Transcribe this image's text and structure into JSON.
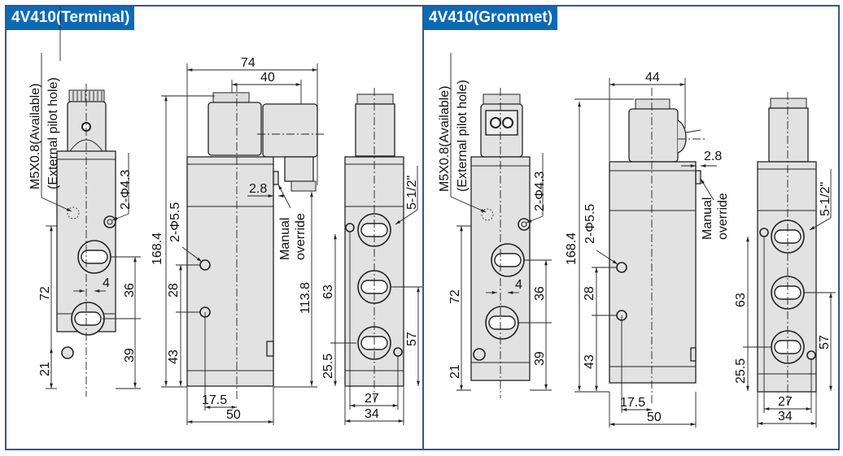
{
  "panels": [
    {
      "title": "4V410(Terminal)",
      "labels": {
        "pilot_line1": "M5X0.8(Available)",
        "pilot_line2": "(External pilot hole)",
        "hole_small": "2-Φ4.3",
        "hole_large": "2-Φ5.5",
        "thread": "5-1/2\"",
        "manual1": "Manual",
        "manual2": "override"
      },
      "dimensions": {
        "overall_width": "74",
        "coil_offset": "40",
        "height": "168.4",
        "override_offset": "2.8",
        "body_height": "113.8",
        "port_pitch_28": "28",
        "mount_43": "43",
        "mount_17_5": "17.5",
        "base_width": "50",
        "front_72": "72",
        "front_36": "36",
        "front_39": "39",
        "front_21": "21",
        "front_4": "4",
        "side_63": "63",
        "side_25_5": "25.5",
        "side_57": "57",
        "side_27": "27",
        "side_34": "34"
      }
    },
    {
      "title": "4V410(Grommet)",
      "labels": {
        "pilot_line1": "M5X0.8(Available)",
        "pilot_line2": "(External pilot hole)",
        "hole_small": "2-Φ4.3",
        "hole_large": "2-Φ5.5",
        "thread": "5-1/2\"",
        "manual1": "Manual",
        "manual2": "override"
      },
      "dimensions": {
        "overall_width": "44",
        "height": "168.4",
        "override_offset": "2.8",
        "port_pitch_28": "28",
        "mount_43": "43",
        "mount_17_5": "17.5",
        "base_width": "50",
        "front_72": "72",
        "front_36": "36",
        "front_39": "39",
        "front_21": "21",
        "front_4": "4",
        "side_63": "63",
        "side_25_5": "25.5",
        "side_57": "57",
        "side_27": "27",
        "side_34": "34"
      }
    }
  ],
  "colors": {
    "title_bg": "#0a6ab6",
    "border": "#2c5a8f",
    "body_fill": "#e2e2e2"
  }
}
